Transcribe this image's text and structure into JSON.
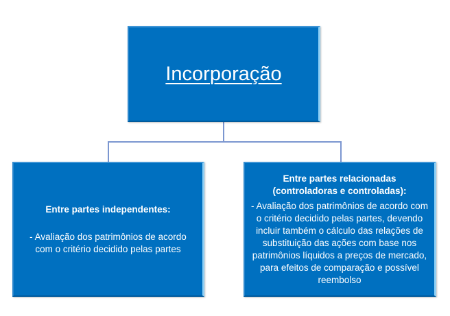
{
  "root": {
    "title": "Incorporação"
  },
  "children": [
    {
      "heading": "Entre partes independentes:",
      "body": "- Avaliação dos patrimônios de acordo com o critério decidido pelas partes"
    },
    {
      "heading": "Entre partes relacionadas (controladoras e controladas):",
      "body": "- Avaliação dos patrimônios de acordo com o critério decidido pelas partes, devendo incluir também o cálculo das relações de substituição das ações com base nos patrimônios líquidos a preços de mercado, para efeitos de comparação e possível reembolso"
    }
  ],
  "colors": {
    "box": "#0070c0",
    "connector": "#7b96d0"
  }
}
